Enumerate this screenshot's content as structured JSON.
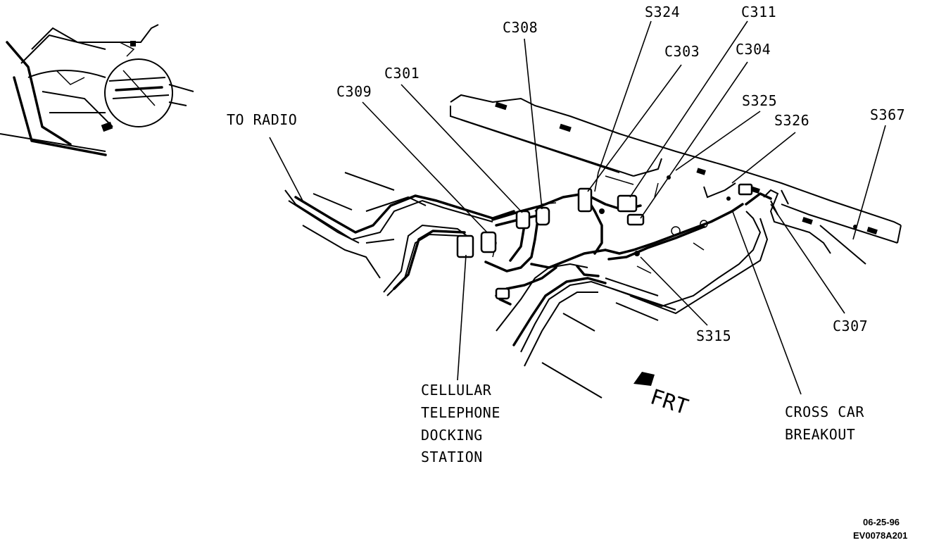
{
  "callouts": {
    "to_radio": "TO RADIO",
    "c308": "C308",
    "s324": "S324",
    "c311": "C311",
    "c303": "C303",
    "c304": "C304",
    "c301": "C301",
    "c309": "C309",
    "s325": "S325",
    "s326": "S326",
    "s367": "S367",
    "s315": "S315",
    "c307": "C307",
    "cellular_line1": "CELLULAR",
    "cellular_line2": "TELEPHONE",
    "cellular_line3": "DOCKING",
    "cellular_line4": "STATION",
    "cross_line1": "CROSS CAR",
    "cross_line2": "BREAKOUT"
  },
  "direction": {
    "frt": "FRT"
  },
  "stamp": {
    "date": "06-25-96",
    "code": "EV0078A201"
  }
}
